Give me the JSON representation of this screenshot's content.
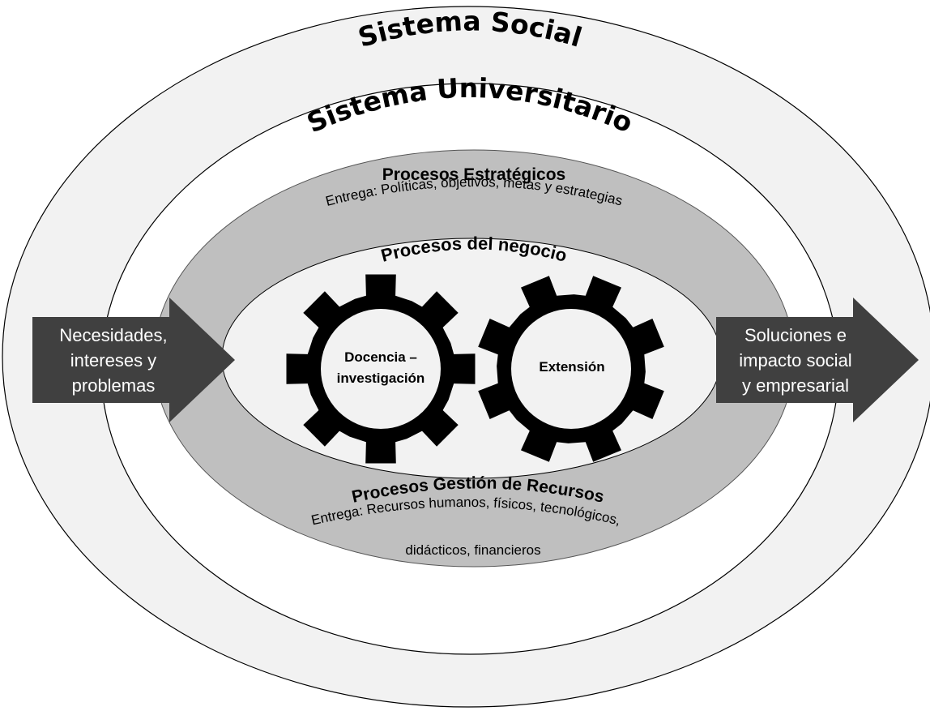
{
  "outer_system": {
    "title": "Sistema Social"
  },
  "university_system": {
    "title": "Sistema Universitario"
  },
  "strategic": {
    "title": "Procesos Estratégicos",
    "deliverable": "Entrega: Políticas, objetivos, metas y estrategias"
  },
  "business": {
    "title": "Procesos del negocio",
    "gear_left": {
      "line1": "Docencia –",
      "line2": "investigación"
    },
    "gear_right": {
      "label": "Extensión"
    }
  },
  "resources": {
    "title": "Procesos Gestión de Recursos",
    "deliverable_line1": "Entrega: Recursos humanos, físicos, tecnológicos,",
    "deliverable_line2": "didácticos, financieros"
  },
  "input_arrow": {
    "line1": "Necesidades,",
    "line2": "intereses y",
    "line3": "problemas"
  },
  "output_arrow": {
    "line1": "Soluciones e",
    "line2": "impacto social",
    "line3": "y empresarial"
  },
  "colors": {
    "outer_ring": "#f2f2f2",
    "university_ring": "#ffffff",
    "process_band": "#bfbfbf",
    "business_core": "#f2f2f2",
    "arrows": "#404040",
    "gears": "#000000"
  }
}
